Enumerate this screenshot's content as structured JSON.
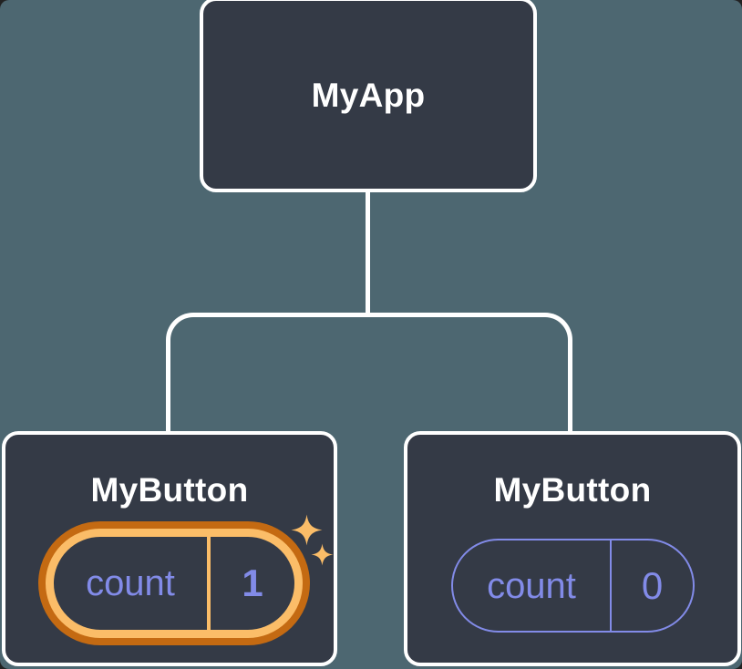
{
  "diagram": {
    "type": "component-tree",
    "root": {
      "label": "MyApp"
    },
    "children": [
      {
        "label": "MyButton",
        "state": {
          "key": "count",
          "value": "1"
        },
        "highlighted": true,
        "icon": "sparkles-icon"
      },
      {
        "label": "MyButton",
        "state": {
          "key": "count",
          "value": "0"
        },
        "highlighted": false
      }
    ],
    "colors": {
      "background": "#4D6771",
      "node_fill": "#343A46",
      "node_border": "#FFFFFF",
      "connector": "#FFFFFF",
      "state_accent": "#828BE8",
      "highlight_outer": "#C46A12",
      "highlight_inner": "#FBBD68"
    }
  }
}
